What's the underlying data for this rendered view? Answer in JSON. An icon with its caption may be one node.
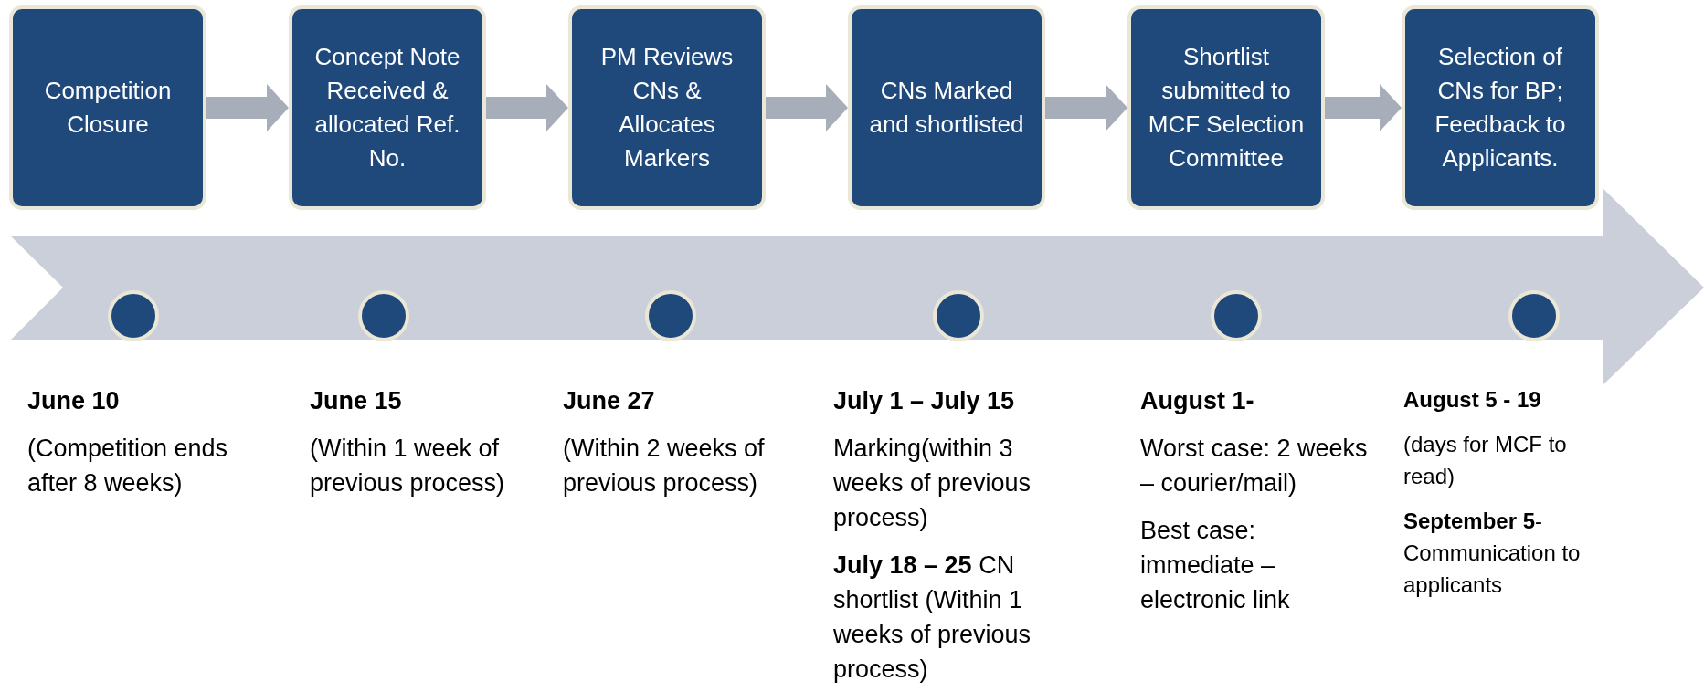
{
  "diagram": {
    "nodes": [
      {
        "text": [
          "Competition Closure"
        ]
      },
      {
        "text": [
          "Concept Note Received & allocated Ref. No."
        ]
      },
      {
        "text": [
          "PM Reviews CNs & Allocates Markers"
        ]
      },
      {
        "text": [
          "CNs Marked and shortlisted"
        ]
      },
      {
        "text": [
          "Shortlist submitted to MCF Selection Committee"
        ]
      },
      {
        "text": [
          "Selection of CNs for BP; Feedback to Applicants."
        ]
      },
      {
        "text": [],
        "shape": "circle",
        "beside": [
          "June 10",
          "(Competition ends after 8 weeks)"
        ]
      },
      {
        "text": [],
        "shape": "circle",
        "beside": [
          "June 15",
          "(Within 1 week of previous process)"
        ]
      },
      {
        "text": [],
        "shape": "circle",
        "beside": [
          "June 27",
          "(Within 2 weeks of previous process)"
        ]
      },
      {
        "text": [],
        "shape": "circle",
        "beside": [
          "July 1  – July 15",
          "Marking(within 3 weeks of previous process)",
          "**July 18 – 25** CN shortlist (Within 1 weeks of previous process)"
        ]
      },
      {
        "text": [],
        "shape": "circle",
        "beside": [
          "August 1-",
          "Worst case: 2 weeks – courier/mail)",
          "Best case: immediate – electronic link"
        ]
      },
      {
        "text": [],
        "shape": "circle",
        "beside": [
          "August 5 - 19",
          "(days for MCF to read)",
          "**September 5**- Communication to applicants"
        ]
      }
    ],
    "edges": [
      {
        "from": 0,
        "to": 1,
        "arrow": "to"
      },
      {
        "from": 1,
        "to": 2,
        "arrow": "to"
      },
      {
        "from": 2,
        "to": 3,
        "arrow": "to"
      },
      {
        "from": 3,
        "to": 4,
        "arrow": "to"
      },
      {
        "from": 4,
        "to": 5,
        "arrow": "to"
      }
    ]
  }
}
